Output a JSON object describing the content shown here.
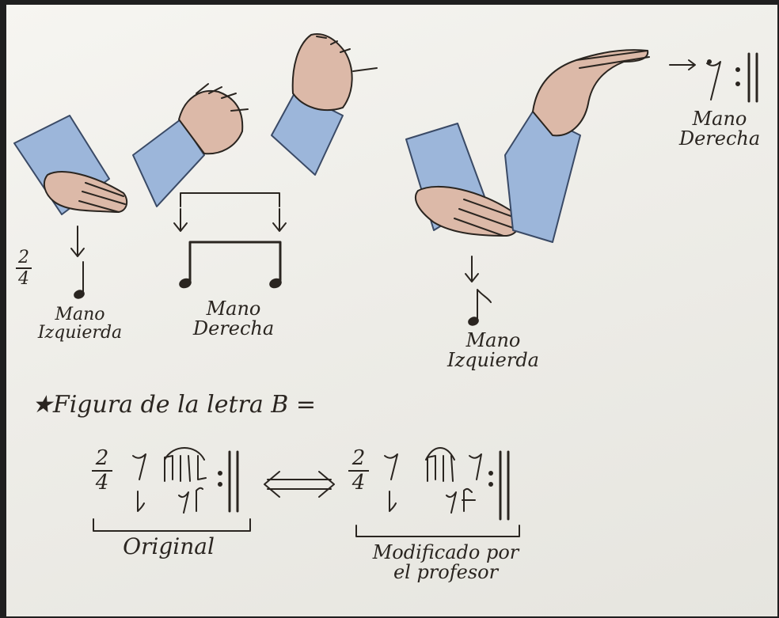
{
  "labels": {
    "left_hand_1": [
      "Mano",
      "Izquierda"
    ],
    "right_hand_1": [
      "Mano",
      "Derecha"
    ],
    "left_hand_2": [
      "Mano",
      "Izquierda"
    ],
    "right_hand_2": [
      "Mano",
      "Derecha"
    ]
  },
  "time_signature": {
    "top": "2",
    "bottom": "4"
  },
  "section_title": "★Figura de la letra B =",
  "equivalence_arrow": "⟸⟹",
  "original_label": "Original",
  "modified_label": [
    "Modificado por",
    "el profesor"
  ],
  "colors": {
    "sleeve": "#9cb6da",
    "skin": "#dcb9a8",
    "ink": "#2a2520"
  },
  "icons": [
    "left-hand-flat-icon",
    "right-hand-icon",
    "right-hand-raised-icon",
    "left-hand-flat-icon",
    "right-hand-pinch-icon"
  ]
}
